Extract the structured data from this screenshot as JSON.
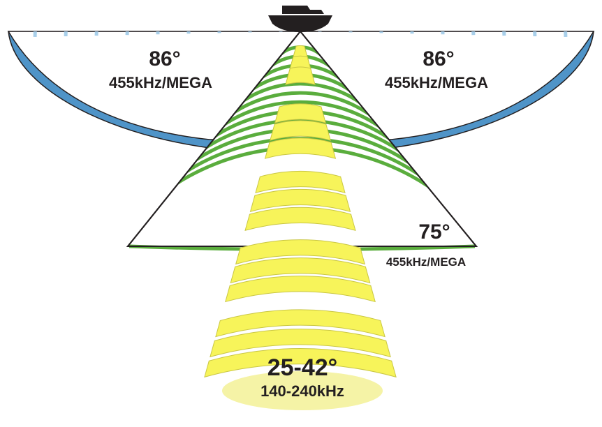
{
  "beams": {
    "side_left": {
      "angle": "86°",
      "frequency": "455kHz/MEGA"
    },
    "side_right": {
      "angle": "86°",
      "frequency": "455kHz/MEGA"
    },
    "down": {
      "angle": "75°",
      "frequency": "455kHz/MEGA"
    },
    "narrow": {
      "angle": "25-42°",
      "frequency": "140-240kHz"
    }
  },
  "colors": {
    "side_beam_fill": "#ffffff",
    "side_beam_edge": "#4f94c8",
    "side_rings": "#a8cfea",
    "down_rings": "#5aad3d",
    "narrow_segments": "#f7f45a",
    "narrow_segments_border": "#c9c644",
    "narrow_footprint": "#f5f3a6",
    "outline": "#231f20",
    "boat": "#231f20"
  },
  "icons": {
    "boat": "boat-hull-icon"
  }
}
